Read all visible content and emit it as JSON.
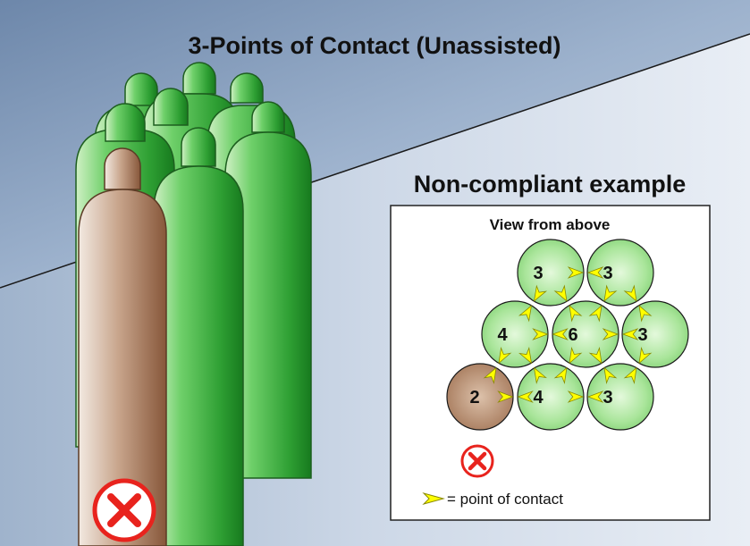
{
  "title": "3-Points of Contact (Unassisted)",
  "subtitle": "Non-compliant example",
  "inset": {
    "heading": "View from above",
    "legend_text": "= point of contact",
    "cells": [
      {
        "value": "3",
        "kind": "green"
      },
      {
        "value": "3",
        "kind": "green"
      },
      {
        "value": "4",
        "kind": "green"
      },
      {
        "value": "6",
        "kind": "green"
      },
      {
        "value": "3",
        "kind": "green"
      },
      {
        "value": "2",
        "kind": "brown"
      },
      {
        "value": "4",
        "kind": "green"
      },
      {
        "value": "3",
        "kind": "green"
      }
    ]
  },
  "icons": {
    "non_compliant_icon": "red-x-circle-icon",
    "contact_marker_icon": "yellow-arrowhead-icon"
  },
  "colors": {
    "green_cylinder": "#3fb43f",
    "brown_cylinder": "#a3775a",
    "wall_blue": "#8aa3c2",
    "contact_yellow": "#ffff00",
    "reject_red": "#e8231d"
  }
}
